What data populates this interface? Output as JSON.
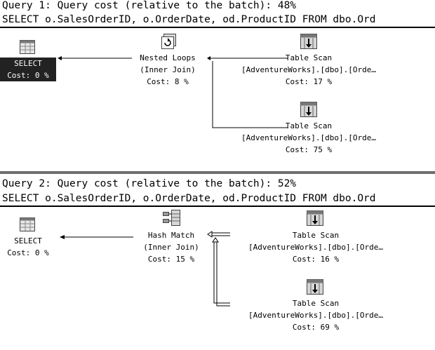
{
  "queries": [
    {
      "header": "Query 1: Query cost (relative to the batch): 48%",
      "sql": "SELECT o.SalesOrderID, o.OrderDate, od.ProductID FROM dbo.Ord",
      "select": {
        "label": "SELECT",
        "cost": "Cost: 0 %",
        "selected": true
      },
      "join": {
        "name": "Nested Loops",
        "type": "(Inner Join)",
        "cost": "Cost: 8 %",
        "icon": "nested-loops-icon"
      },
      "scans": [
        {
          "name": "Table Scan",
          "object": "[AdventureWorks].[dbo].[Orde…",
          "cost": "Cost: 17 %"
        },
        {
          "name": "Table Scan",
          "object": "[AdventureWorks].[dbo].[Orde…",
          "cost": "Cost: 75 %"
        }
      ]
    },
    {
      "header": "Query 2: Query cost (relative to the batch): 52%",
      "sql": "SELECT o.SalesOrderID, o.OrderDate, od.ProductID FROM dbo.Ord",
      "select": {
        "label": "SELECT",
        "cost": "Cost: 0 %",
        "selected": false
      },
      "join": {
        "name": "Hash Match",
        "type": "(Inner Join)",
        "cost": "Cost: 15 %",
        "icon": "hash-match-icon"
      },
      "scans": [
        {
          "name": "Table Scan",
          "object": "[AdventureWorks].[dbo].[Orde…",
          "cost": "Cost: 16 %"
        },
        {
          "name": "Table Scan",
          "object": "[AdventureWorks].[dbo].[Orde…",
          "cost": "Cost: 69 %"
        }
      ]
    }
  ],
  "colors": {
    "selected_bg": "#222222",
    "separator": "#6e6e6e",
    "icon_fill": "#d6d6d6"
  }
}
